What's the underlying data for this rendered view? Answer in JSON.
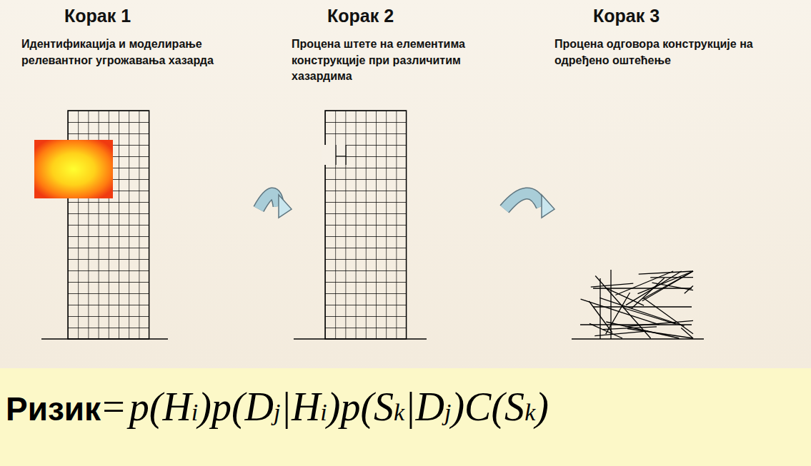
{
  "diagram": {
    "nodes": [
      {
        "text": [
          "Корак 1",
          "Идентификација и моделирање релевантног угрожавања хазарда"
        ]
      },
      {
        "text": [
          "Корак 2",
          "Процена штете на елементима конструкције при различитим хазардима"
        ]
      },
      {
        "text": [
          "Корак 3",
          "Процена одговора конструкције на одређено оштећење"
        ]
      }
    ],
    "edges": [
      {
        "from": 0,
        "to": 1,
        "arrow": "to"
      },
      {
        "from": 1,
        "to": 2,
        "arrow": "to"
      }
    ],
    "labels": [
      "Ризик",
      "=",
      "p(H",
      "i",
      ")p(D",
      "j",
      "|H",
      "i",
      ")p(S",
      "k",
      "|D",
      "j",
      ")C(S",
      "k",
      ")"
    ]
  }
}
